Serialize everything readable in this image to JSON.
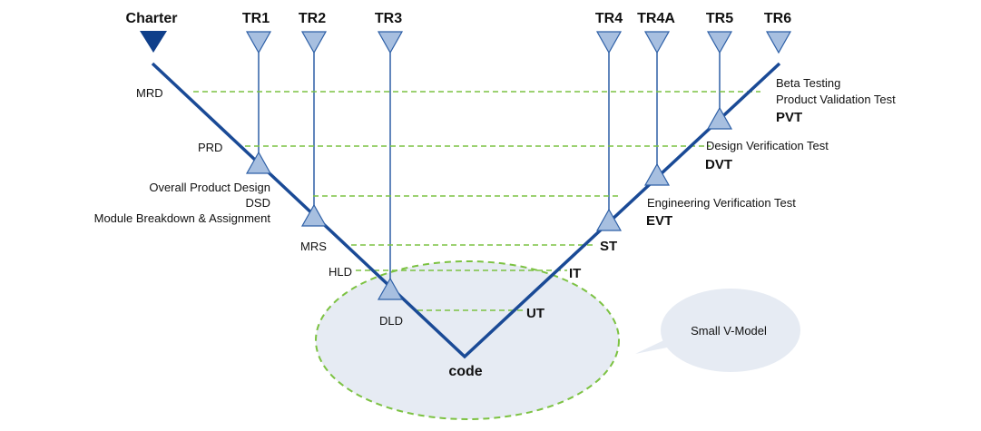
{
  "colors": {
    "line": "#1a4a96",
    "triangle_fill": "#a7bfe0",
    "triangle_stroke": "#2d5fa6",
    "dash": "#7cc242",
    "ellipse_fill": "#e6ebf3",
    "bubble_fill": "#e6ebf3"
  },
  "milestones": {
    "charter": "Charter",
    "tr1": "TR1",
    "tr2": "TR2",
    "tr3": "TR3",
    "tr4": "TR4",
    "tr4a": "TR4A",
    "tr5": "TR5",
    "tr6": "TR6"
  },
  "left_labels": {
    "mrd": "MRD",
    "prd": "PRD",
    "overall_design": "Overall Product Design",
    "dsd": "DSD",
    "module_breakdown": "Module Breakdown & Assignment",
    "mrs": "MRS",
    "hld": "HLD",
    "dld": "DLD"
  },
  "bottom": {
    "code": "code"
  },
  "right_labels": {
    "ut": "UT",
    "it": "IT",
    "st": "ST",
    "evt_desc": "Engineering Verification Test",
    "evt": "EVT",
    "dvt_desc": "Design Verification Test",
    "dvt": "DVT",
    "beta": "Beta Testing",
    "pvt_desc": "Product Validation Test",
    "pvt": "PVT"
  },
  "callout": {
    "small_v_model": "Small V-Model"
  }
}
